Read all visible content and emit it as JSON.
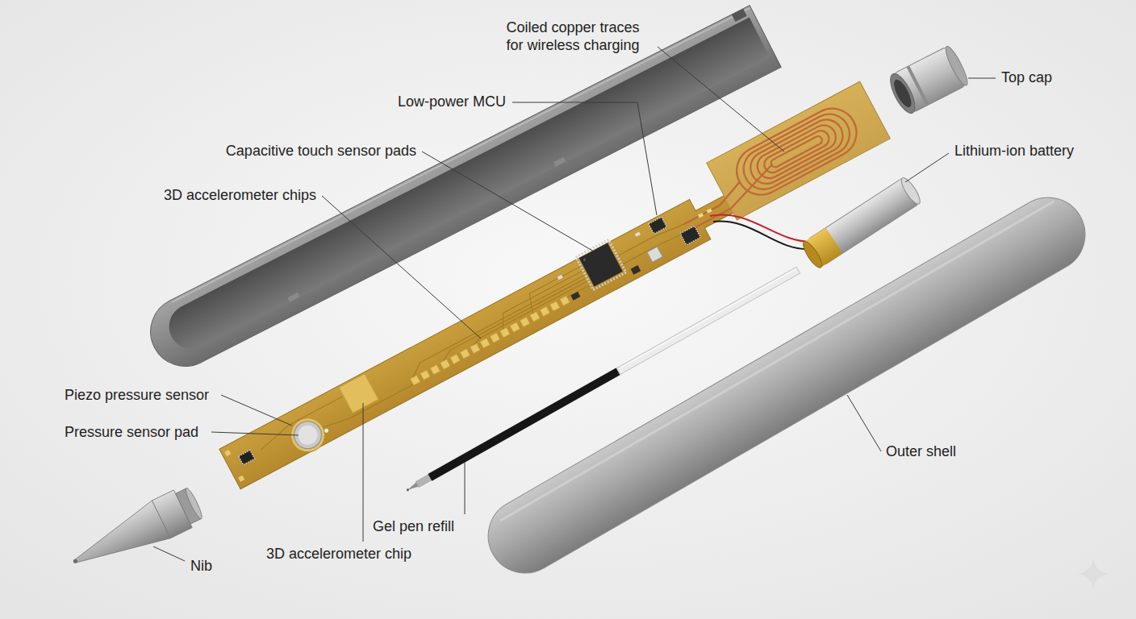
{
  "diagram": {
    "labels": [
      "Coiled copper traces for wireless charging",
      "Top cap",
      "Low-power MCU",
      "Lithium-ion battery",
      "Capacitive touch sensor pads",
      "3D accelerometer chips",
      "Piezo pressure sensor",
      "Pressure sensor pad",
      "Outer shell",
      "Gel pen refill",
      "Nib",
      "3D accelerometer chip"
    ]
  }
}
